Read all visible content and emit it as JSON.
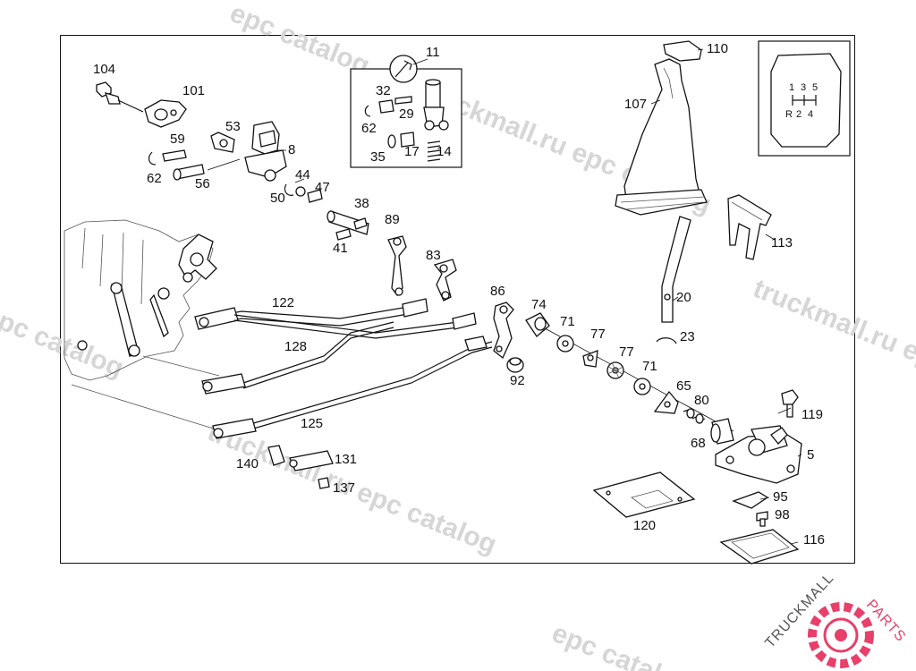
{
  "diagram": {
    "labels": [
      {
        "id": "104",
        "text": "104"
      },
      {
        "id": "101",
        "text": "101"
      },
      {
        "id": "11",
        "text": "11"
      },
      {
        "id": "32",
        "text": "32"
      },
      {
        "id": "29",
        "text": "29"
      },
      {
        "id": "62a",
        "text": "62"
      },
      {
        "id": "35",
        "text": "35"
      },
      {
        "id": "17",
        "text": "17"
      },
      {
        "id": "14",
        "text": "14"
      },
      {
        "id": "110",
        "text": "110"
      },
      {
        "id": "107",
        "text": "107"
      },
      {
        "id": "53",
        "text": "53"
      },
      {
        "id": "8",
        "text": "8"
      },
      {
        "id": "59",
        "text": "59"
      },
      {
        "id": "62b",
        "text": "62"
      },
      {
        "id": "56",
        "text": "56"
      },
      {
        "id": "44",
        "text": "44"
      },
      {
        "id": "50",
        "text": "50"
      },
      {
        "id": "47",
        "text": "47"
      },
      {
        "id": "38",
        "text": "38"
      },
      {
        "id": "89",
        "text": "89"
      },
      {
        "id": "41",
        "text": "41"
      },
      {
        "id": "83",
        "text": "83"
      },
      {
        "id": "113",
        "text": "113"
      },
      {
        "id": "122",
        "text": "122"
      },
      {
        "id": "86",
        "text": "86"
      },
      {
        "id": "74",
        "text": "74"
      },
      {
        "id": "20",
        "text": "20"
      },
      {
        "id": "71a",
        "text": "71"
      },
      {
        "id": "128",
        "text": "128"
      },
      {
        "id": "77a",
        "text": "77"
      },
      {
        "id": "77b",
        "text": "77"
      },
      {
        "id": "23",
        "text": "23"
      },
      {
        "id": "92",
        "text": "92"
      },
      {
        "id": "71b",
        "text": "71"
      },
      {
        "id": "65",
        "text": "65"
      },
      {
        "id": "80",
        "text": "80"
      },
      {
        "id": "119",
        "text": "119"
      },
      {
        "id": "125",
        "text": "125"
      },
      {
        "id": "68",
        "text": "68"
      },
      {
        "id": "5",
        "text": "5"
      },
      {
        "id": "140",
        "text": "140"
      },
      {
        "id": "131",
        "text": "131"
      },
      {
        "id": "137",
        "text": "137"
      },
      {
        "id": "95",
        "text": "95"
      },
      {
        "id": "98",
        "text": "98"
      },
      {
        "id": "120",
        "text": "120"
      },
      {
        "id": "116",
        "text": "116"
      }
    ],
    "shift_pattern": [
      "1",
      "3",
      "5",
      "R",
      "2",
      "4"
    ]
  },
  "watermark": {
    "text_ru": "truckmall.ru epc catalog",
    "text_short": "epc catalog",
    "brand_left": "TRUCKMALL",
    "brand_right": "PARTS",
    "brand_color": "#e8406a",
    "brand_dark": "#555555"
  }
}
